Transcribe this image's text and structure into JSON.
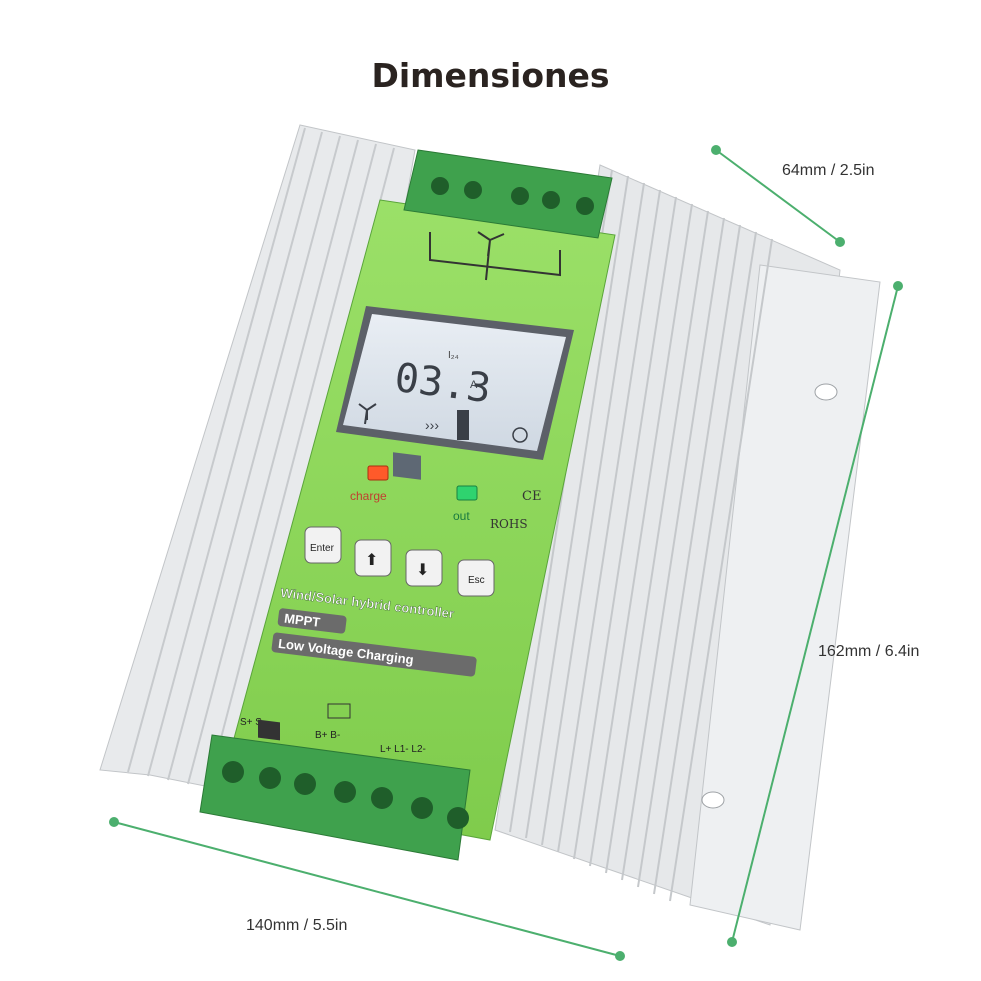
{
  "title": "Dimensiones",
  "dimensions": {
    "depth": "64mm / 2.5in",
    "height": "162mm / 6.4in",
    "width": "140mm / 5.5in"
  },
  "device": {
    "lcd_reading": "03.3",
    "lcd_unit": "A",
    "lcd_small": "I₂₄",
    "led_charge": "charge",
    "led_out": "out",
    "cert_ce": "CE",
    "cert_rohs": "ROHS",
    "btn_enter": "Enter",
    "btn_esc": "Esc",
    "product_line": "Wind/Solar hybrid controller",
    "badge_mppt": "MPPT",
    "badge_low_voltage": "Low Voltage Charging",
    "term_solar": "S+  S-",
    "term_battery": "B+  B-",
    "term_load": "L+   L1-  L2-"
  },
  "colors": {
    "green_panel": "#8fd85a",
    "terminal_green": "#3fa14d",
    "aluminum": "#e2e4e6",
    "dimension_line": "#4caf6e"
  }
}
